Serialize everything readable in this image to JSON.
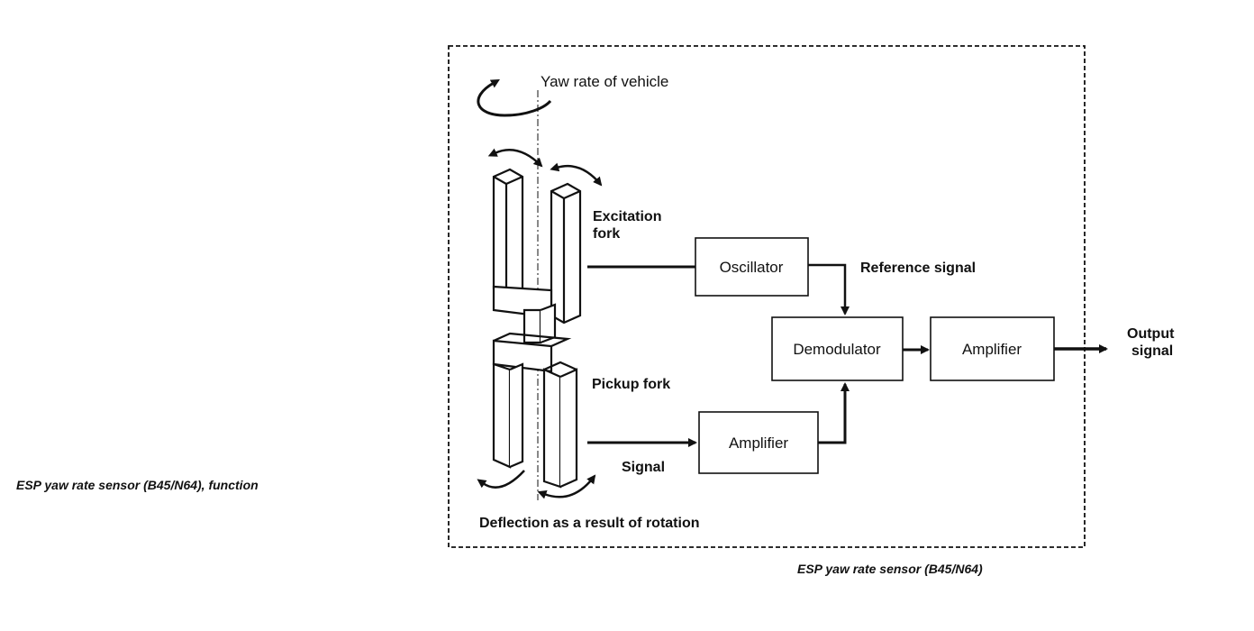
{
  "caption_left": "ESP yaw rate sensor (B45/N64), function",
  "caption_bottom": "ESP yaw rate sensor (B45/N64)",
  "labels": {
    "yaw_rate": "Yaw rate of vehicle",
    "excitation_fork_line1": "Excitation",
    "excitation_fork_line2": "fork",
    "pickup_fork": "Pickup fork",
    "reference_signal": "Reference signal",
    "signal": "Signal",
    "deflection": "Deflection as a result of rotation",
    "output_line1": "Output",
    "output_line2": "signal"
  },
  "blocks": {
    "oscillator": "Oscillator",
    "demodulator": "Demodulator",
    "amplifier_top": "Amplifier",
    "amplifier_bottom": "Amplifier"
  }
}
